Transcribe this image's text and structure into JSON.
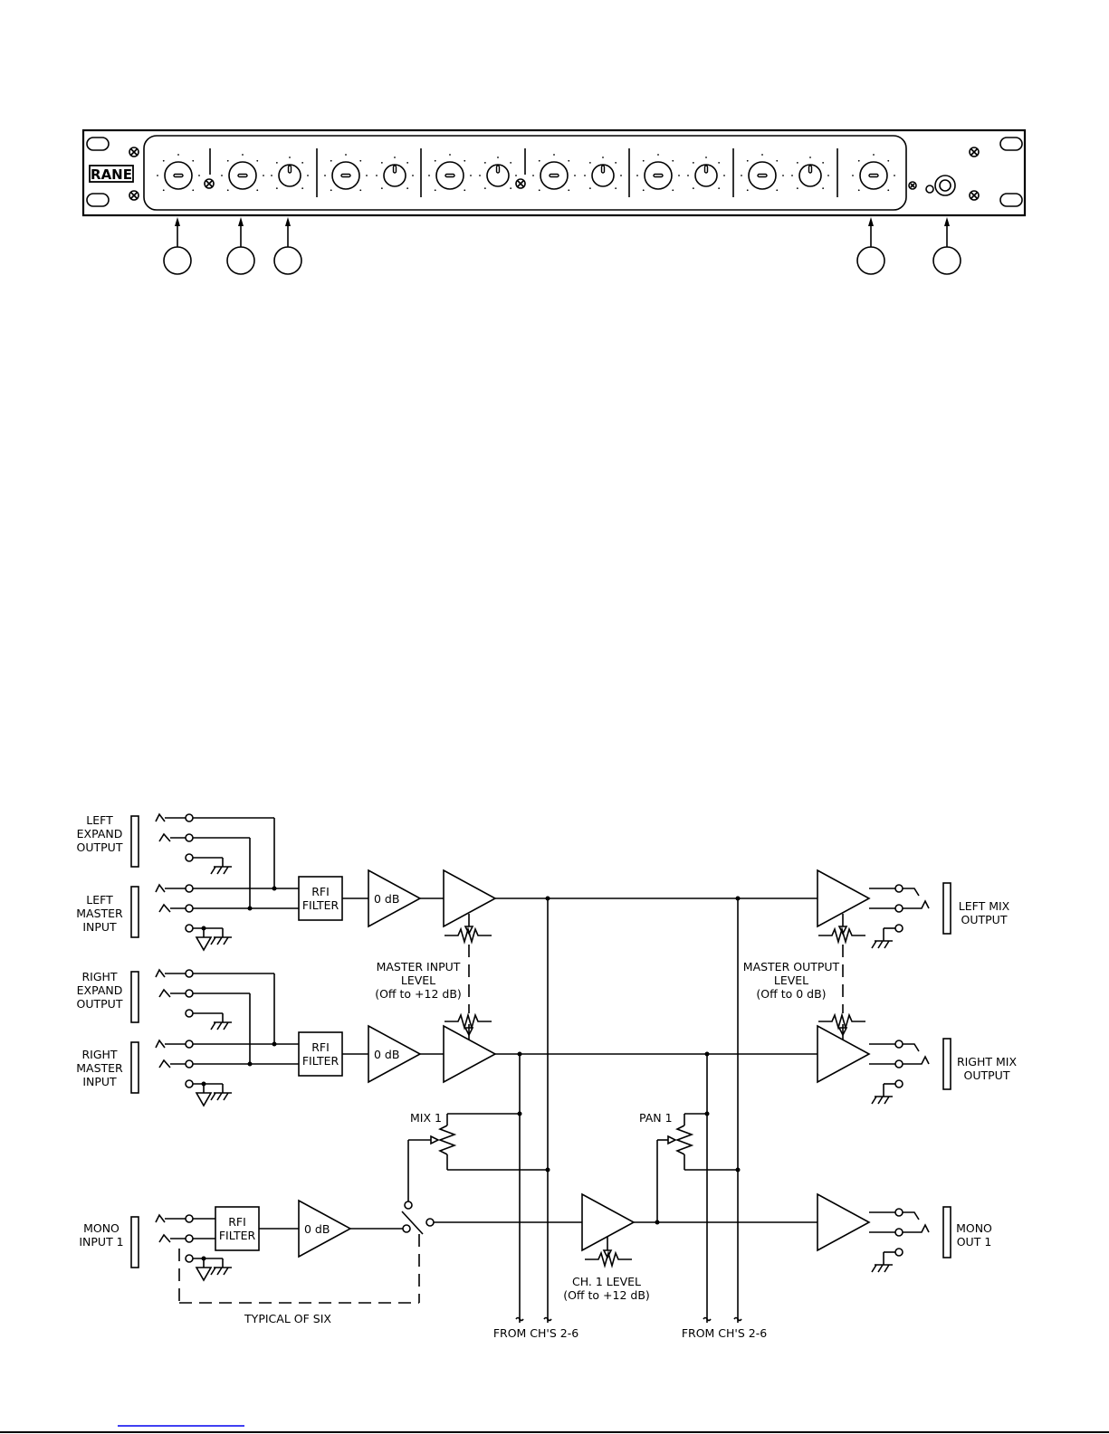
{
  "panel": {
    "brand": "RANE",
    "callouts": [
      "",
      "",
      "",
      "",
      ""
    ]
  },
  "schematic": {
    "inputs": {
      "left_expand": [
        "LEFT",
        "EXPAND",
        "OUTPUT"
      ],
      "left_master": [
        "LEFT",
        "MASTER",
        "INPUT"
      ],
      "right_expand": [
        "RIGHT",
        "EXPAND",
        "OUTPUT"
      ],
      "right_master": [
        "RIGHT",
        "MASTER",
        "INPUT"
      ],
      "mono_input": [
        "MONO",
        "INPUT 1"
      ]
    },
    "rfi_filter": [
      "RFI",
      "FILTER"
    ],
    "buffer_gain": "0 dB",
    "master_input_level": [
      "MASTER INPUT",
      "LEVEL",
      "(Off to +12 dB)"
    ],
    "master_output_level": [
      "MASTER OUTPUT",
      "LEVEL",
      "(Off to 0 dB)"
    ],
    "mix_pot": "MIX 1",
    "pan_pot": "PAN 1",
    "ch_level": [
      "CH. 1 LEVEL",
      "(Off to +12 dB)"
    ],
    "typical": "TYPICAL OF SIX",
    "from_chs": "FROM CH'S 2-6",
    "outputs": {
      "left_mix": [
        "LEFT MIX",
        "OUTPUT"
      ],
      "right_mix": [
        "RIGHT MIX",
        "OUTPUT"
      ],
      "mono_out": [
        "MONO",
        "OUT 1"
      ]
    },
    "colors": {
      "ink": "#000000",
      "link": "#0000ee"
    }
  }
}
